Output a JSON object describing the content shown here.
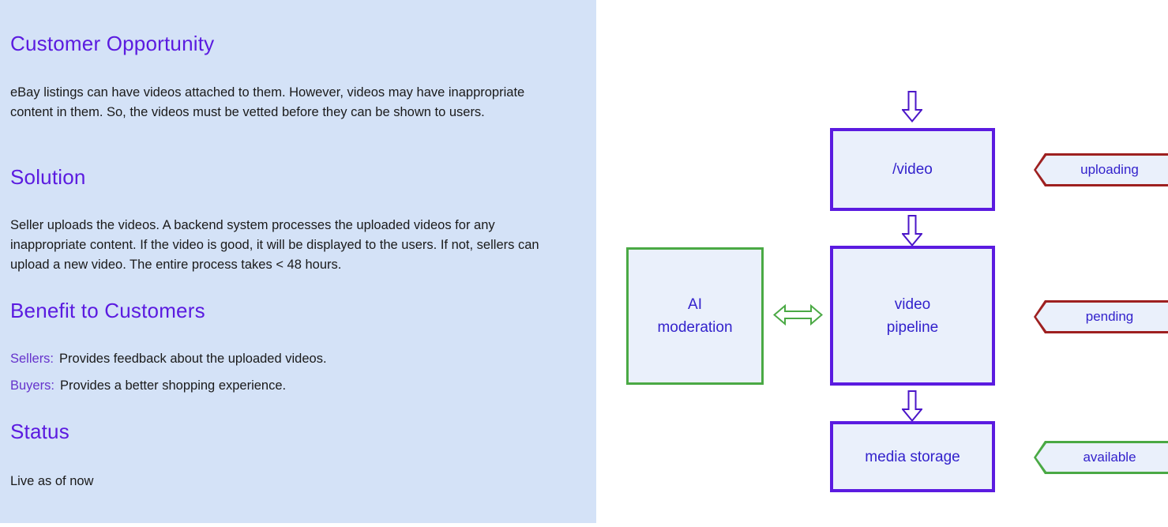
{
  "slide": {
    "left_panel": {
      "sections": [
        {
          "heading": "Customer Opportunity",
          "paragraph": "eBay listings can have videos attached to them. However, videos may have inappropriate content in them. So, the videos must be vetted before they can be shown to users."
        },
        {
          "heading": "Solution",
          "paragraph": "Seller uploads the videos. A backend system processes the uploaded videos for any inappropriate content. If the video is good, it will be displayed to the users. If not, sellers can upload a new video. The entire process takes < 48 hours."
        },
        {
          "heading": "Benefit to Customers",
          "rows": [
            {
              "label": "Sellers:",
              "value": "Provides feedback about the uploaded videos."
            },
            {
              "label": "Buyers:",
              "value": "Provides a better shopping experience."
            }
          ]
        },
        {
          "heading": "Status",
          "paragraph": "Live as of now"
        }
      ]
    },
    "diagram": {
      "actor": {
        "icon": "person-icon",
        "label": ""
      },
      "nodes": [
        {
          "id": "video",
          "label": "/video",
          "border_color": "#5b1be0",
          "fill": "#eaf0fb"
        },
        {
          "id": "pipeline",
          "label": "video\npipeline",
          "border_color": "#5b1be0",
          "fill": "#eaf0fb"
        },
        {
          "id": "storage",
          "label": "media storage",
          "border_color": "#5b1be0",
          "fill": "#eaf0fb"
        },
        {
          "id": "ai",
          "label": "AI\nmoderation",
          "border_color": "#4aa944",
          "fill": "#eaf0fb"
        }
      ],
      "node_labels": {
        "video": "/video",
        "pipeline_line1": "video",
        "pipeline_line2": "pipeline",
        "storage": "media storage",
        "ai_line1": "AI",
        "ai_line2": "moderation"
      },
      "status_banners": [
        {
          "label": "uploading",
          "color": "#9e2020"
        },
        {
          "label": "pending",
          "color": "#9e2020"
        },
        {
          "label": "available",
          "color": "#4aa944"
        }
      ],
      "connectors": [
        {
          "name": "person-to-video",
          "type": "down-arrow",
          "color": "#5b1be0"
        },
        {
          "name": "video-to-pipeline",
          "type": "down-arrow",
          "color": "#5b1be0"
        },
        {
          "name": "pipeline-to-storage",
          "type": "down-arrow",
          "color": "#5b1be0"
        },
        {
          "name": "ai-to-pipeline",
          "type": "double-arrow",
          "color": "#4aa944"
        }
      ]
    },
    "colors": {
      "panel_background": "#d4e2f7",
      "heading": "#5b1be0",
      "body_text": "#1a1a1a",
      "benefit_label": "#6633cc",
      "node_text": "#3322cc",
      "node_fill": "#eaf0fb",
      "purple_border": "#5b1be0",
      "green_border": "#4aa944",
      "red_border": "#9e2020"
    }
  }
}
